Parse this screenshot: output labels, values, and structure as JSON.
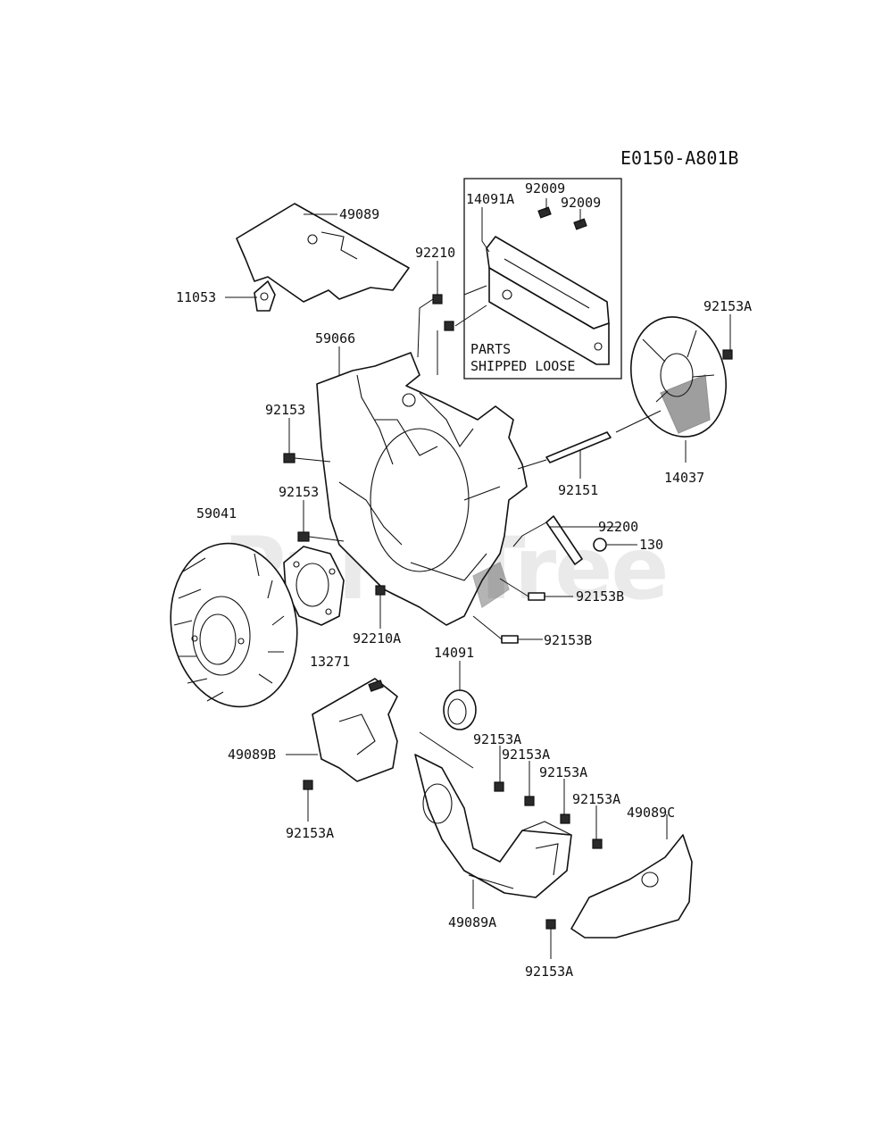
{
  "diagram_code": "E0150-A801B",
  "watermark": "PartsTree",
  "box_note": [
    "PARTS",
    "SHIPPED LOOSE"
  ],
  "labels": {
    "p49089": "49089",
    "p11053": "11053",
    "p14091A": "14091A",
    "p92009a": "92009",
    "p92009b": "92009",
    "p92210": "92210",
    "p92153A_top": "92153A",
    "p59066": "59066",
    "p92153_1": "92153",
    "p92153_2": "92153",
    "p59041": "59041",
    "p14037": "14037",
    "p92151": "92151",
    "p92200": "92200",
    "p130": "130",
    "p92153B_1": "92153B",
    "p92153B_2": "92153B",
    "p92210A": "92210A",
    "p13271": "13271",
    "p14091": "14091",
    "p49089B": "49089B",
    "p92153A_left": "92153A",
    "p92153A_m1": "92153A",
    "p92153A_m2": "92153A",
    "p92153A_m3": "92153A",
    "p92153A_m4": "92153A",
    "p49089C": "49089C",
    "p49089A": "49089A",
    "p92153A_bottom": "92153A"
  }
}
